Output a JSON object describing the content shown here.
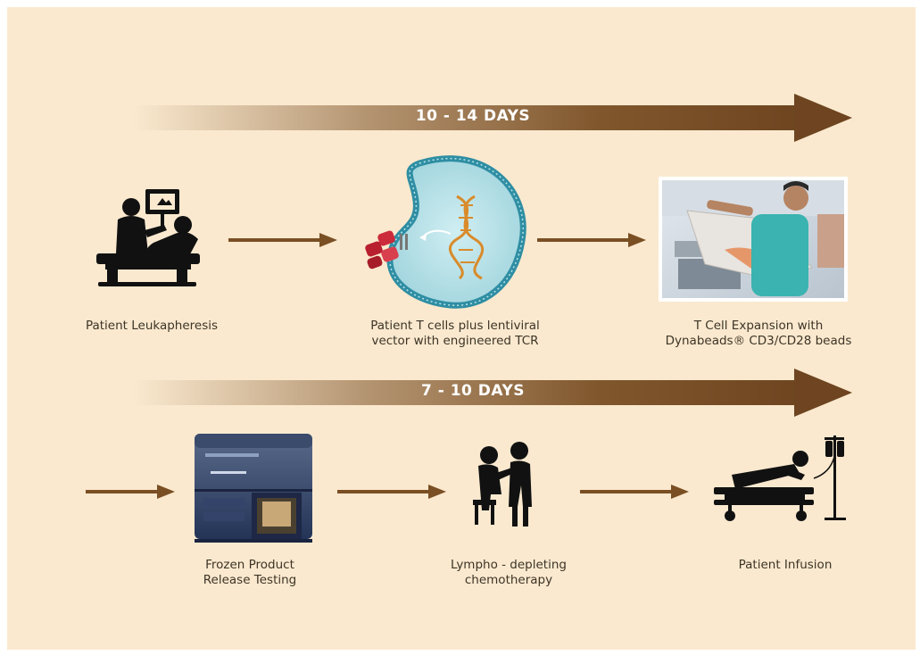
{
  "colors": {
    "background": "#fae9cf",
    "arrow": "#7a4f24",
    "text": "#3d3426"
  },
  "timeline": [
    {
      "label": "10 - 14 DAYS"
    },
    {
      "label": "7 - 10 DAYS"
    }
  ],
  "steps": [
    {
      "label": "Patient Leukapheresis",
      "icon": "leukapheresis-icon"
    },
    {
      "label": "Patient T cells plus lentiviral\nvector with engineered TCR",
      "icon": "t-cell-icon"
    },
    {
      "label": "T Cell Expansion with\nDynabeads® CD3/CD28 beads",
      "icon": "lab-photo"
    },
    {
      "label": "Frozen Product\nRelease Testing",
      "icon": "lab-instrument"
    },
    {
      "label": "Lympho - depleting\nchemotherapy",
      "icon": "chemotherapy-icon"
    },
    {
      "label": "Patient Infusion",
      "icon": "infusion-icon"
    }
  ]
}
